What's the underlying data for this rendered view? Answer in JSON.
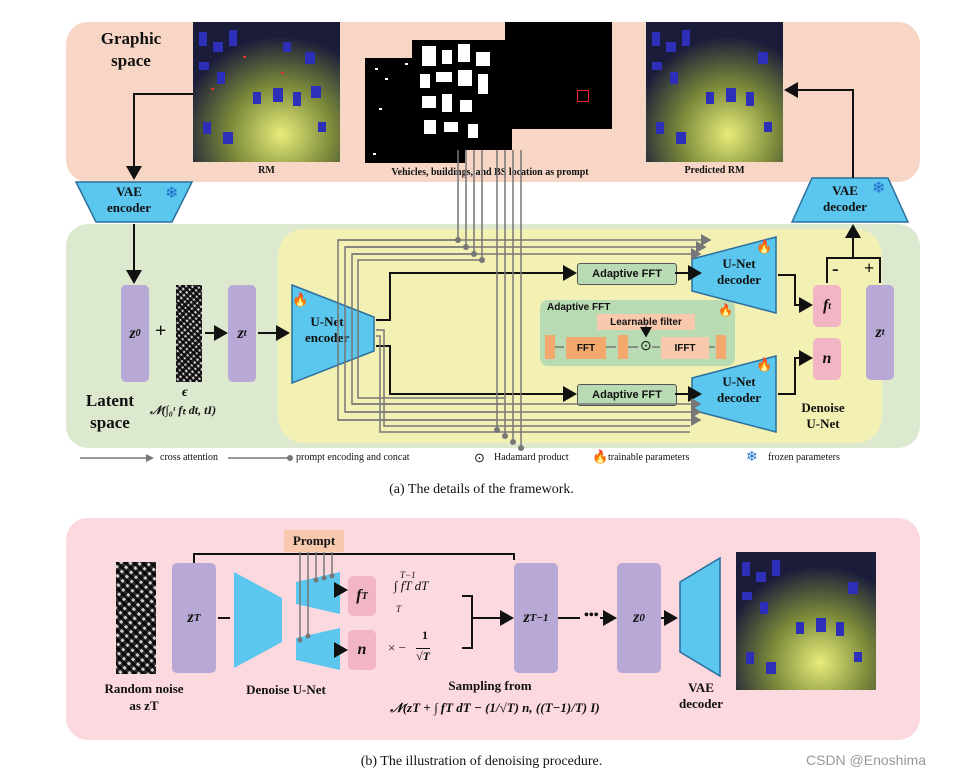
{
  "panel_a": {
    "graphic_space": "Graphic\nspace",
    "latent_space": "Latent\nspace",
    "rm_label": "RM",
    "prompt_label": "Vehicles, buildings, and BS location as prompt",
    "predicted_label": "Predicted RM",
    "vae_encoder": "VAE\nencoder",
    "vae_decoder": "VAE\ndecoder",
    "z0": "z",
    "z0_sub": "0",
    "zt": "z",
    "zt_sub": "t",
    "plus": "+",
    "epsilon": "ϵ",
    "epsilon_dist": "𝒩(∫₀ᵗ fₜ dt, tI)",
    "unet_encoder": "U-Net\nencoder",
    "unet_decoder": "U-Net\ndecoder",
    "adaptive_fft": "Adaptive FFT",
    "adaptive_fft_title": "Adaptive FFT",
    "learnable_filter": "Learnable filter",
    "fft": "FFT",
    "ifft": "IFFT",
    "ft": "f",
    "ft_sub": "t",
    "n": "n",
    "minus": "-",
    "plus2": "+",
    "denoise_unet": "Denoise\nU-Net",
    "caption": "(a)  The details of the framework."
  },
  "legend": {
    "cross_attention": "cross attention",
    "prompt_encoding": "prompt encoding and concat",
    "hadamard_symbol": "⊙",
    "hadamard": "Hadamard product",
    "trainable": "trainable parameters",
    "frozen": "frozen parameters"
  },
  "panel_b": {
    "prompt": "Prompt",
    "zT": "z",
    "zT_sub": "T",
    "fT": "f",
    "fT_sub": "T",
    "n": "n",
    "integral": "∫ fT dT",
    "int_upper": "T−1",
    "int_lower": "T",
    "scale": "× −",
    "frac_num": "1",
    "frac_den": "√T",
    "zT1": "z",
    "zT1_sub": "T−1",
    "dots": "•••",
    "z0": "z",
    "z0_sub": "0",
    "random_noise": "Random noise\nas zT",
    "denoise_unet": "Denoise U-Net",
    "sampling_from": "Sampling from",
    "sampling_dist": "𝒩(zT + ∫ fT dT − (1/√T) n, ((T−1)/T) I)",
    "vae_decoder": "VAE\ndecoder",
    "caption": "(b)  The illustration of denoising procedure."
  },
  "watermark": "CSDN @Enoshima",
  "colors": {
    "graphic_bg": "#f7d6c6",
    "latent_bg": "#dde9cf",
    "yellow_bg": "#f3f0b3",
    "pink_bg": "#fbd9de",
    "vae": "#5bc6ee",
    "latent_block": "#b7a8d6",
    "pink_block": "#f2b5c4",
    "fft_green": "#b9dbb3",
    "fft_orange": "#f5a86e"
  }
}
